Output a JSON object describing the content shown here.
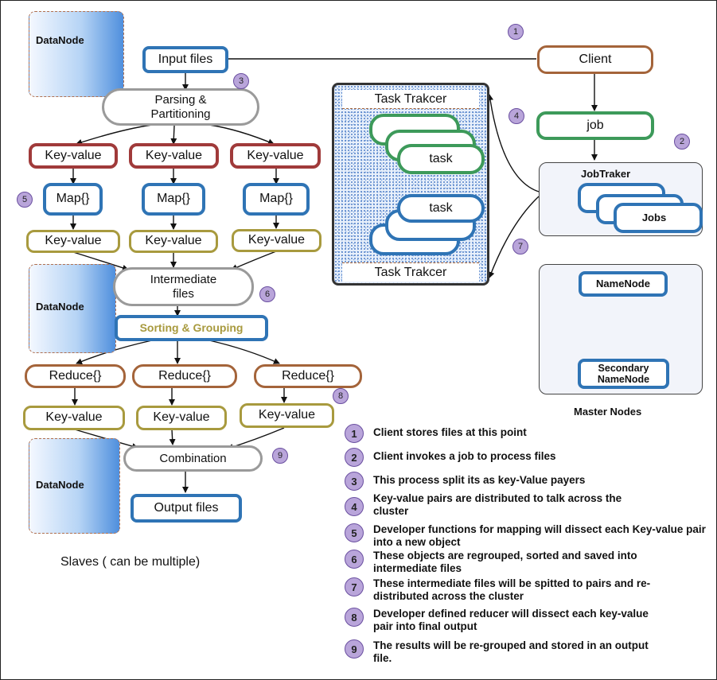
{
  "datanodes": [
    "DataNode",
    "DataNode",
    "DataNode"
  ],
  "flow": {
    "input_files": "Input files",
    "parsing": "Parsing & Partitioning",
    "key_values_top": [
      "Key-value",
      "Key-value",
      "Key-value"
    ],
    "maps": [
      "Map{}",
      "Map{}",
      "Map{}"
    ],
    "key_values_mid": [
      "Key-value",
      "Key-value",
      "Key-value"
    ],
    "intermediate": "Intermediate files",
    "sorting": "Sorting & Grouping",
    "reduces": [
      "Reduce{}",
      "Reduce{}",
      "Reduce{}"
    ],
    "key_values_bottom": [
      "Key-value",
      "Key-value",
      "Key-value"
    ],
    "combination": "Combination",
    "output_files": "Output files"
  },
  "slaves_label": "Slaves ( can be multiple)",
  "task_tracker": {
    "top_label": "Task Trakcer",
    "bottom_label": "Task Trakcer",
    "task_label": "task",
    "task_label_2": "task"
  },
  "client": "Client",
  "job": "job",
  "job_tracker": {
    "title": "JobTraker",
    "jobs": "Jobs"
  },
  "master": {
    "namenode": "NameNode",
    "secondary": "Secondary NameNode",
    "label": "Master Nodes"
  },
  "badges": [
    "1",
    "2",
    "3",
    "4",
    "5",
    "6",
    "7",
    "8",
    "9"
  ],
  "legend": [
    {
      "num": "1",
      "text": "Client stores files at this point"
    },
    {
      "num": "2",
      "text": "Client invokes a job to process files"
    },
    {
      "num": "3",
      "text": "This process split its as key-Value payers"
    },
    {
      "num": "4",
      "text": "Key-value pairs are distributed to talk across the cluster"
    },
    {
      "num": "5",
      "text": "Developer functions for mapping will dissect each Key-value pair into a new object"
    },
    {
      "num": "6",
      "text": "These objects are regrouped, sorted and saved into intermediate files"
    },
    {
      "num": "7",
      "text": "These intermediate files will be spitted to pairs and re-distributed across the cluster"
    },
    {
      "num": "8",
      "text": "Developer defined reducer will dissect each key-value pair into final output"
    },
    {
      "num": "9",
      "text": "The results will be re-grouped and stored in an output file."
    }
  ],
  "colors": {
    "blue": "#2f74b5",
    "brown": "#a4643a",
    "red": "#a03a3a",
    "olive": "#a89a3e",
    "green": "#3d9a5a",
    "gray": "#9a9a9a",
    "badge": "#b9a5da"
  }
}
